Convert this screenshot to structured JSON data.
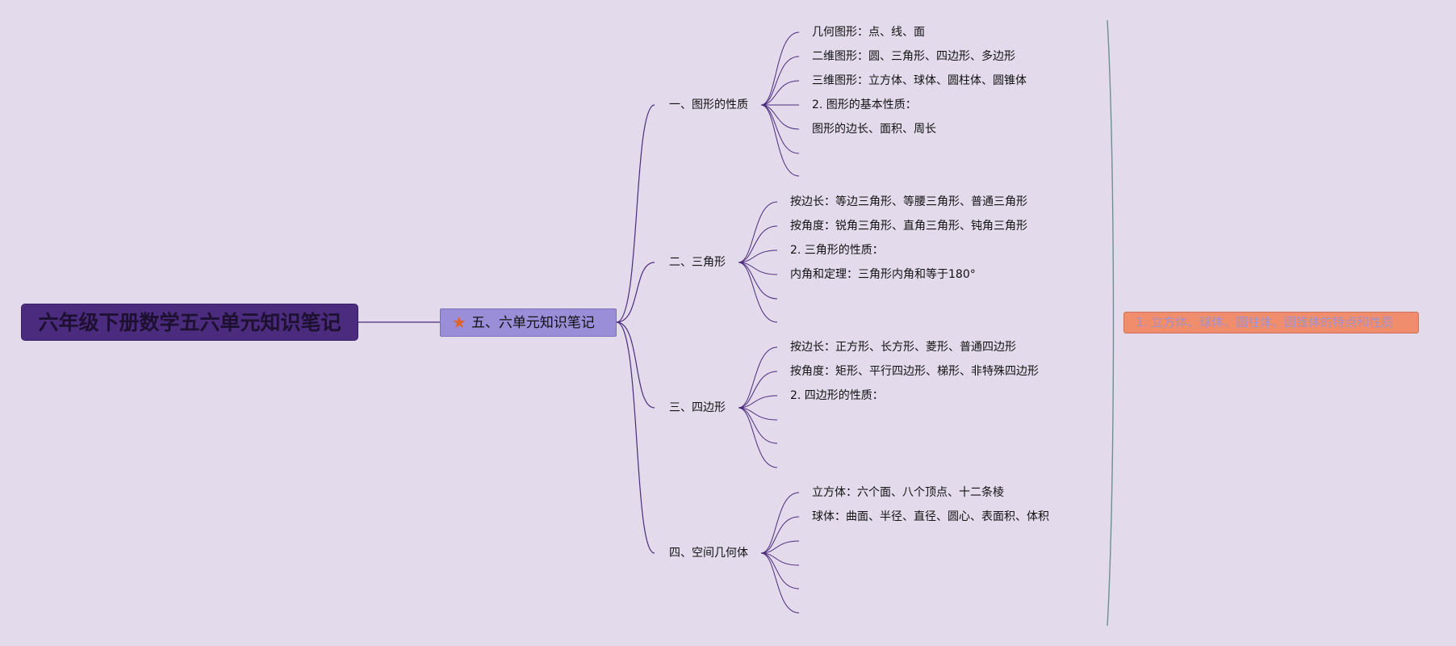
{
  "root": {
    "label": "六年级下册数学五六单元知识笔记"
  },
  "unit": {
    "label": "五、六单元知识笔记",
    "icon": "star-icon"
  },
  "branches": [
    {
      "label": "一、图形的性质",
      "leaves": [
        "几何图形：点、线、面",
        "二维图形：圆、三角形、四边形、多边形",
        "三维图形：立方体、球体、圆柱体、圆锥体",
        "2. 图形的基本性质：",
        "图形的边长、面积、周长",
        "",
        ""
      ]
    },
    {
      "label": "二、三角形",
      "leaves": [
        "按边长：等边三角形、等腰三角形、普通三角形",
        "按角度：锐角三角形、直角三角形、钝角三角形",
        "2. 三角形的性质：",
        "内角和定理：三角形内角和等于180°",
        "",
        ""
      ]
    },
    {
      "label": "三、四边形",
      "leaves": [
        "按边长：正方形、长方形、菱形、普通四边形",
        "按角度：矩形、平行四边形、梯形、非特殊四边形",
        "2. 四边形的性质：",
        "",
        "",
        ""
      ]
    },
    {
      "label": "四、空间几何体",
      "leaves": [
        "立方体：六个面、八个顶点、十二条棱",
        "球体：曲面、半径、直径、圆心、表面积、体积",
        "",
        "",
        "",
        ""
      ]
    }
  ],
  "callout": {
    "label": "1. 立方体、球体、圆柱体、圆锥体的特点和性质"
  },
  "colors": {
    "background": "#e3daec",
    "root_fill": "#4b2b7d",
    "unit_fill": "#9a8ed9",
    "link": "#4b2b7d",
    "callout_fill": "#f08d6c",
    "bracket": "#6e8f96",
    "star": "#e2612c"
  }
}
